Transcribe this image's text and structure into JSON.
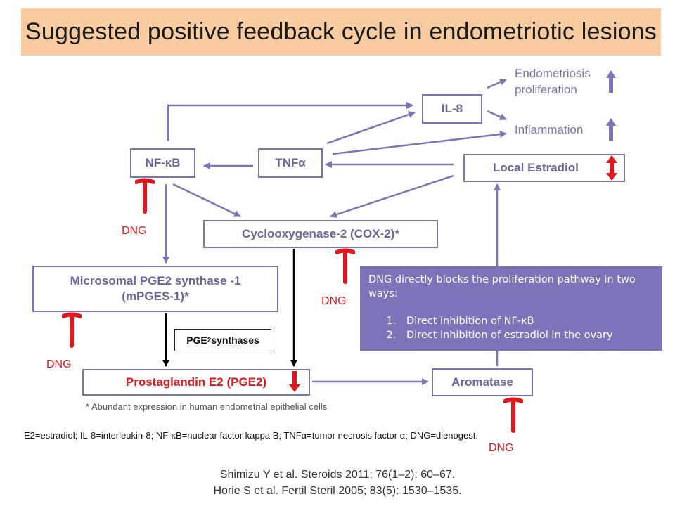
{
  "title": "Suggested positive feedback cycle in endometriotic lesions",
  "nodes": {
    "il8": "IL-8",
    "nfkb": "NF-κB",
    "tnf": "TNFα",
    "estradiol": "Local Estradiol",
    "cox2": "Cyclooxygenase-2 (COX-2)*",
    "mpges_line1": "Microsomal PGE2 synthase -1",
    "mpges_line2": "(mPGES-1)*",
    "pge2": "Prostaglandin E2 (PGE2)",
    "aromatase": "Aromatase"
  },
  "outcomes": {
    "proliferation_line1": "Endometriosis",
    "proliferation_line2": "proliferation",
    "inflammation": "Inflammation"
  },
  "pge_synthases": {
    "base": "PGE",
    "sub": "2",
    "rest": " synthases"
  },
  "dng_label": "DNG",
  "info_box": {
    "intro": "DNG directly blocks the proliferation pathway in two ways:",
    "items": [
      "Direct inhibition of NF-κB",
      "Direct inhibition of estradiol in the ovary"
    ]
  },
  "note": "* Abundant expression in human endometrial epithelial cells",
  "abbreviations": "E2=estradiol; IL-8=interleukin-8; NF-κB=nuclear factor kappa B; TNFα=tumor necrosis factor α; DNG=dienogest.",
  "references": [
    "Shimizu Y et al. Steroids 2011; 76(1–2): 60–67.",
    "Horie S et al. Fertil Steril 2005; 83(5): 1530–1535."
  ],
  "colors": {
    "accent": "#7b74b8",
    "inhibitor": "#e0181b",
    "title_bg": "#f9cba0"
  }
}
